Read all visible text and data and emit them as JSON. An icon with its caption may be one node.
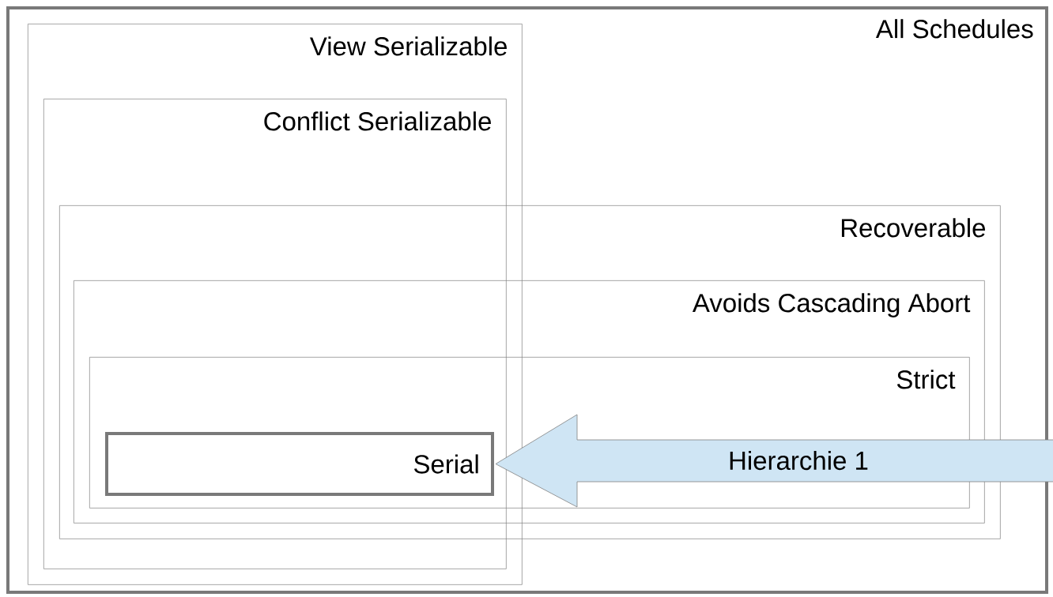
{
  "diagram": {
    "nodes": [
      {
        "text": [
          "All Schedules"
        ]
      },
      {
        "text": [
          "View Serializable"
        ],
        "in": 0
      },
      {
        "text": [
          "Conflict Serializable"
        ],
        "in": 1
      },
      {
        "text": [
          "Recoverable"
        ],
        "in": 0
      },
      {
        "text": [
          "Avoids Cascading Abort"
        ],
        "in": 3
      },
      {
        "text": [
          "Strict"
        ],
        "in": 4
      },
      {
        "text": [
          "Serial"
        ]
      }
    ],
    "edges": [
      {
        "from": null,
        "to": 6,
        "arrow": "to",
        "label": "Hierarchie 1",
        "style": "thick",
        "color": "#cfe5f4"
      }
    ]
  }
}
